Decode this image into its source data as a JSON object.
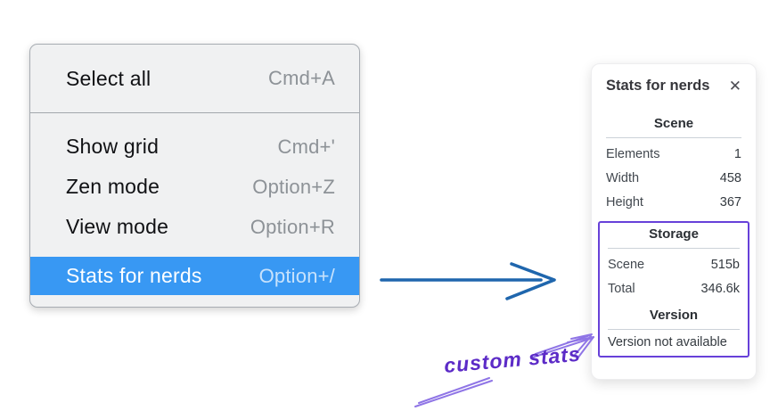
{
  "menu": {
    "items": [
      {
        "label": "Select all",
        "shortcut": "Cmd+A"
      },
      {
        "label": "Show grid",
        "shortcut": "Cmd+'"
      },
      {
        "label": "Zen mode",
        "shortcut": "Option+Z"
      },
      {
        "label": "View mode",
        "shortcut": "Option+R"
      },
      {
        "label": "Stats for nerds",
        "shortcut": "Option+/",
        "selected": true
      }
    ],
    "highlight_color": "#3898f3"
  },
  "stats_panel": {
    "title": "Stats for nerds",
    "close_icon": "✕",
    "scene_section": {
      "heading": "Scene",
      "rows": [
        {
          "label": "Elements",
          "value": "1"
        },
        {
          "label": "Width",
          "value": "458"
        },
        {
          "label": "Height",
          "value": "367"
        }
      ]
    },
    "storage_section": {
      "heading": "Storage",
      "rows": [
        {
          "label": "Scene",
          "value": "515b"
        },
        {
          "label": "Total",
          "value": "346.6k"
        }
      ]
    },
    "version_section": {
      "heading": "Version",
      "note": "Version not available"
    }
  },
  "annotation": {
    "label": "custom stats",
    "text_color": "#5c2bc7",
    "box_color": "#6741d9",
    "arrow_color": "#8f75e6"
  },
  "flow_arrow_color": "#1f66ad"
}
